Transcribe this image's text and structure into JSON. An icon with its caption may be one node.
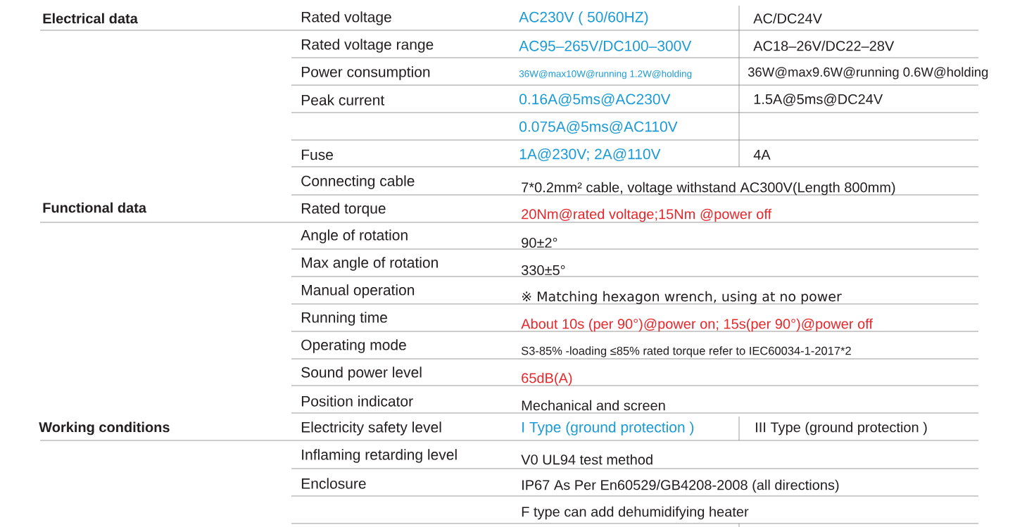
{
  "diagram": {
    "labels": [
      "Electrical data",
      "Rated voltage",
      "AC230V ( 50/60HZ)",
      "AC/DC24V",
      "Rated voltage range",
      "AC95–265V/DC100–300V",
      "AC18–26V/DC22–28V",
      "Power consumption",
      "36W@max10W@running 1.2W@holding",
      "36W@max9.6W@running 0.6W@holding",
      "Peak current",
      "0.16A@5ms@AC230V",
      "1.5A@5ms@DC24V",
      "0.075A@5ms@AC110V",
      "Fuse",
      "1A@230V; 2A@110V",
      "4A",
      "Connecting cable",
      "7*0.2mm² cable, voltage withstand AC300V(Length 800mm)",
      "Functional data",
      "Rated torque",
      "20Nm@rated voltage;15Nm @power off",
      "Angle of rotation",
      "90±2°",
      "Max angle of rotation",
      "330±5°",
      "Manual operation",
      "※ Matching hexagon wrench, using at no power",
      "Running time",
      "About 10s (per 90°)@power on; 15s(per 90°)@power off",
      "Operating mode",
      "S3-85% -loading ≤85% rated torque refer to IEC60034-1-2017*2",
      "Sound power level",
      "65dB(A)",
      "Position indicator",
      "Mechanical and screen",
      "Working conditions",
      "Electricity  safety level",
      "I Type (ground protection )",
      "III Type (ground protection )",
      "Inflaming retarding level",
      "V0 UL94 test method",
      "Enclosure",
      "IP67 As Per En60529/GB4208-2008 (all directions)",
      "F type can add dehumidifying heater"
    ]
  }
}
